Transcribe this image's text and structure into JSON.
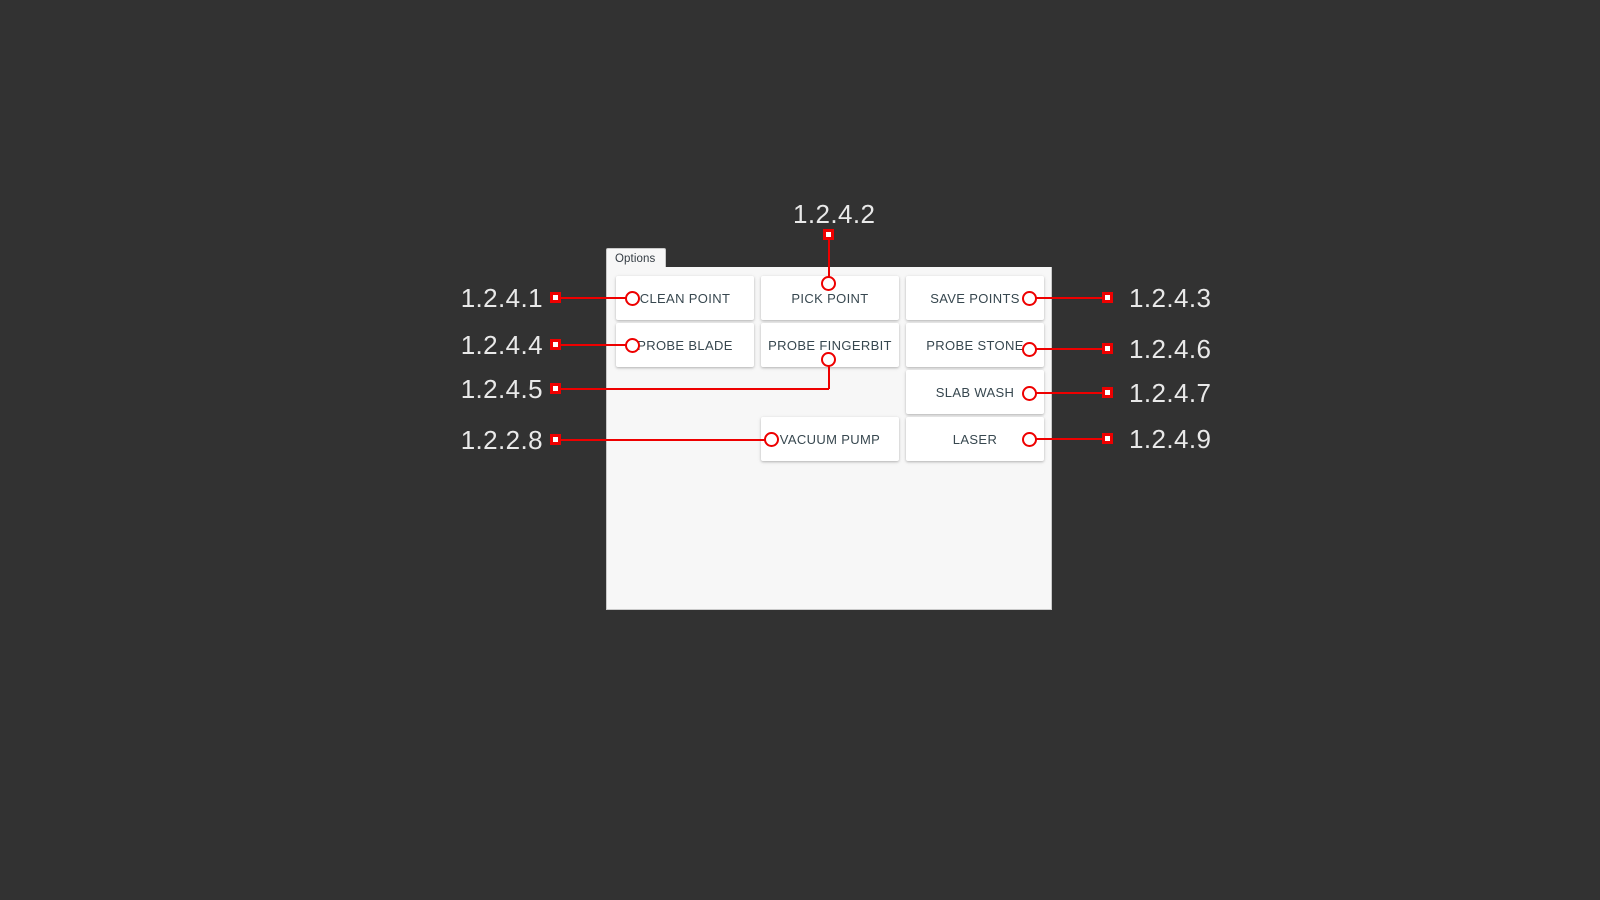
{
  "background_color": "#323232",
  "accent_color": "#ee0000",
  "panel": {
    "tab_label": "Options",
    "background_color": "#f7f7f7",
    "border_color": "#c9c9c9"
  },
  "buttons": [
    {
      "id": "clean-point",
      "label": "CLEAN POINT",
      "column": 1,
      "row": 1
    },
    {
      "id": "pick-point",
      "label": "PICK POINT",
      "column": 2,
      "row": 1
    },
    {
      "id": "save-points",
      "label": "SAVE POINTS",
      "column": 3,
      "row": 1
    },
    {
      "id": "probe-blade",
      "label": "PROBE BLADE",
      "column": 1,
      "row": 2
    },
    {
      "id": "probe-fingerbit",
      "label": "PROBE FINGERBIT",
      "column": 2,
      "row": 2
    },
    {
      "id": "probe-stone",
      "label": "PROBE STONE",
      "column": 3,
      "row": 2
    },
    {
      "id": "slab-wash",
      "label": "SLAB WASH",
      "column": 3,
      "row": 3
    },
    {
      "id": "vacuum-pump",
      "label": "VACUUM PUMP",
      "column": 2,
      "row": 4
    },
    {
      "id": "laser",
      "label": "LASER",
      "column": 3,
      "row": 4
    }
  ],
  "annotations": {
    "top": [
      {
        "id": "a-1-2-4-2",
        "number": "1.2.4.2",
        "target": "pick-point"
      }
    ],
    "left": [
      {
        "id": "a-1-2-4-1",
        "number": "1.2.4.1",
        "target": "clean-point"
      },
      {
        "id": "a-1-2-4-4",
        "number": "1.2.4.4",
        "target": "probe-blade"
      },
      {
        "id": "a-1-2-4-5",
        "number": "1.2.4.5",
        "target": "probe-fingerbit"
      },
      {
        "id": "a-1-2-2-8",
        "number": "1.2.2.8",
        "target": "vacuum-pump"
      }
    ],
    "right": [
      {
        "id": "a-1-2-4-3",
        "number": "1.2.4.3",
        "target": "save-points"
      },
      {
        "id": "a-1-2-4-6",
        "number": "1.2.4.6",
        "target": "probe-stone"
      },
      {
        "id": "a-1-2-4-7",
        "number": "1.2.4.7",
        "target": "slab-wash"
      },
      {
        "id": "a-1-2-4-9",
        "number": "1.2.4.9",
        "target": "laser"
      }
    ]
  }
}
